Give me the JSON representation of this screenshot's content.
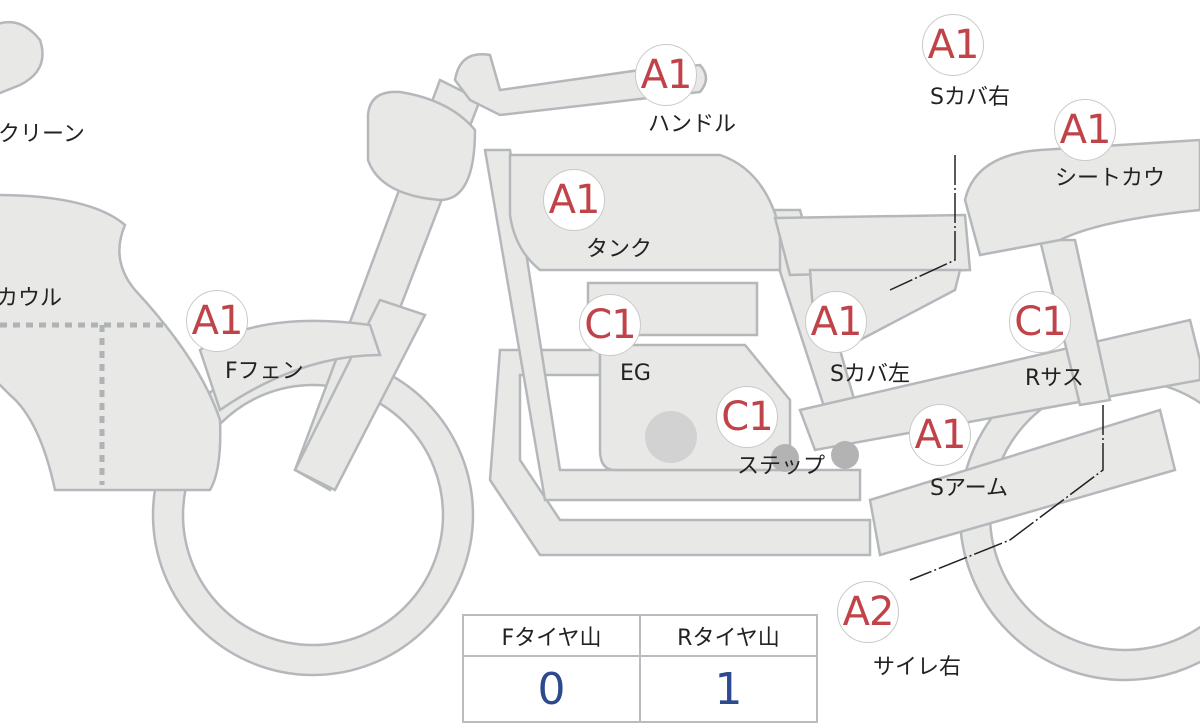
{
  "parts": [
    {
      "id": "screen",
      "grade": "",
      "label": "クリーン"
    },
    {
      "id": "cowl",
      "grade": "",
      "label": "カウル"
    },
    {
      "id": "f-fender",
      "grade": "A1",
      "label": "Fフェン"
    },
    {
      "id": "handle",
      "grade": "A1",
      "label": "ハンドル"
    },
    {
      "id": "tank",
      "grade": "A1",
      "label": "タンク"
    },
    {
      "id": "s-cover-right",
      "grade": "A1",
      "label": "Sカバ右"
    },
    {
      "id": "seat-cowl",
      "grade": "A1",
      "label": "シートカウ"
    },
    {
      "id": "engine",
      "grade": "C1",
      "label": "EG"
    },
    {
      "id": "s-cover-left",
      "grade": "A1",
      "label": "Sカバ左"
    },
    {
      "id": "r-suspension",
      "grade": "C1",
      "label": "Rサス"
    },
    {
      "id": "step",
      "grade": "C1",
      "label": "ステップ"
    },
    {
      "id": "swing-arm",
      "grade": "A1",
      "label": "Sアーム"
    },
    {
      "id": "silencer-right",
      "grade": "A2",
      "label": "サイレ右"
    }
  ],
  "tire_table": {
    "headers": [
      "Fタイヤ山",
      "Rタイヤ山"
    ],
    "values": [
      "0",
      "1"
    ]
  },
  "colors": {
    "grade": "#c0434a",
    "value": "#2d4a8f",
    "part_fill": "#e8e8e6"
  }
}
